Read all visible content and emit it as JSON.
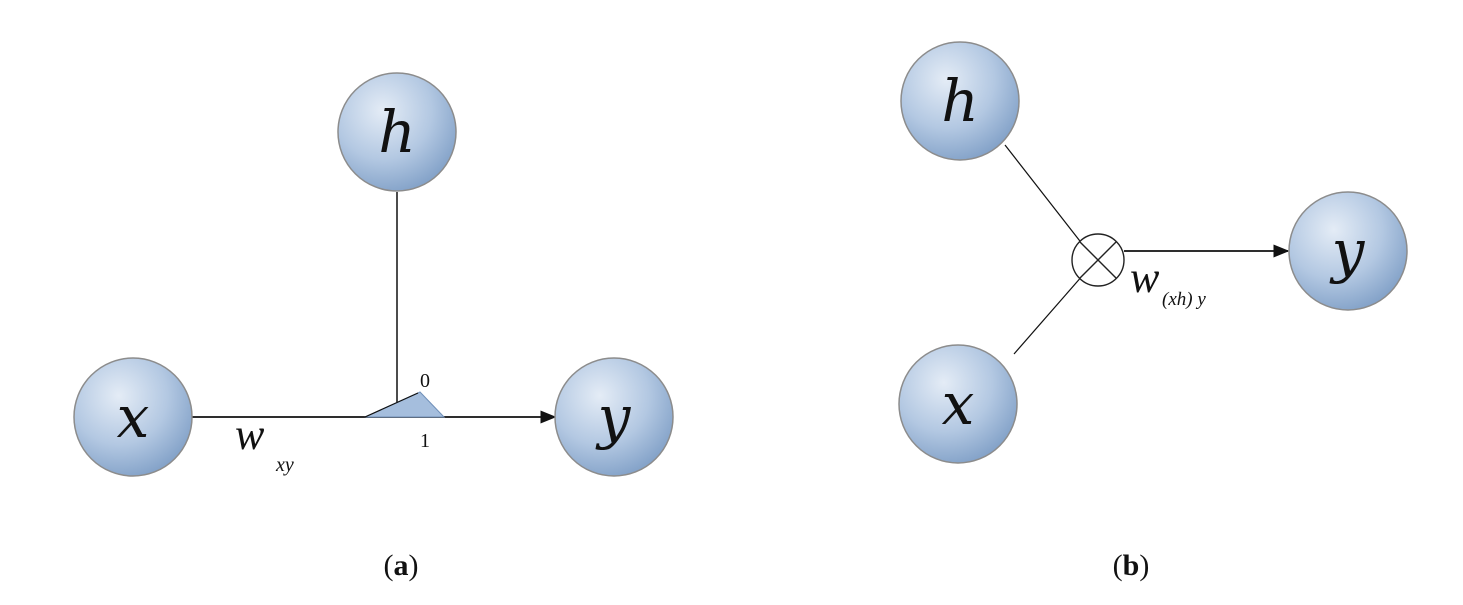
{
  "panel_a": {
    "nodes": {
      "h": "h",
      "x": "x",
      "y": "y"
    },
    "weight_main": "w",
    "weight_sub": "xy",
    "switch_top": "0",
    "switch_bottom": "1",
    "caption_letter": "a"
  },
  "panel_b": {
    "nodes": {
      "h": "h",
      "x": "x",
      "y": "y"
    },
    "weight_main": "w",
    "weight_sub": "(xh) y",
    "caption_letter": "b"
  },
  "colors": {
    "node_fill_light": "#dbe6f3",
    "node_fill_dark": "#7b9cc4",
    "node_stroke": "#8a8a8a",
    "line": "#111111",
    "switch_fill": "#9cb6d6"
  }
}
